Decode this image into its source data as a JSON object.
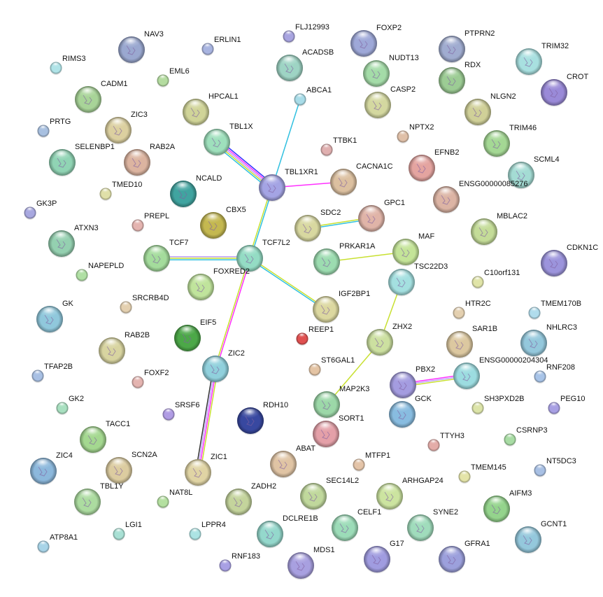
{
  "nodes": [
    {
      "id": "NAV3",
      "color": "#9aa8d0",
      "structure": true
    },
    {
      "id": "ERLIN1",
      "color": "#a8b4e0",
      "structure": false
    },
    {
      "id": "FLJ12993",
      "color": "#a8a4e0",
      "structure": false
    },
    {
      "id": "FOXP2",
      "color": "#9ea8d8",
      "structure": true
    },
    {
      "id": "PTPRN2",
      "color": "#a0acd0",
      "structure": true
    },
    {
      "id": "TRIM32",
      "color": "#a8e0e0",
      "structure": true
    },
    {
      "id": "RIMS3",
      "color": "#b0e4e8",
      "structure": false
    },
    {
      "id": "ACADSB",
      "color": "#9ed4c4",
      "structure": true
    },
    {
      "id": "NUDT13",
      "color": "#a4dca8",
      "structure": true
    },
    {
      "id": "RDX",
      "color": "#9ccc94",
      "structure": true
    },
    {
      "id": "CROT",
      "color": "#9a8ad8",
      "structure": true
    },
    {
      "id": "EML6",
      "color": "#b4dca0",
      "structure": false
    },
    {
      "id": "CADM1",
      "color": "#a8d498",
      "structure": true
    },
    {
      "id": "ABCA1",
      "color": "#a8dce8",
      "structure": false
    },
    {
      "id": "CASP2",
      "color": "#d4d8a0",
      "structure": true
    },
    {
      "id": "NLGN2",
      "color": "#d0d098",
      "structure": true
    },
    {
      "id": "HPCAL1",
      "color": "#d0d498",
      "structure": true
    },
    {
      "id": "ZIC3",
      "color": "#dcd0a0",
      "structure": true
    },
    {
      "id": "PRTG",
      "color": "#a8c0e0",
      "structure": false
    },
    {
      "id": "NPTX2",
      "color": "#e0c0a8",
      "structure": false
    },
    {
      "id": "TRIM46",
      "color": "#a4d894",
      "structure": true
    },
    {
      "id": "TBL1X",
      "color": "#9ee0bc",
      "structure": true
    },
    {
      "id": "TTBK1",
      "color": "#e0b0b0",
      "structure": false
    },
    {
      "id": "SELENBP1",
      "color": "#90d4b4",
      "structure": true
    },
    {
      "id": "RAB2A",
      "color": "#dcb4a0",
      "structure": true
    },
    {
      "id": "EFNB2",
      "color": "#e4a4a0",
      "structure": true
    },
    {
      "id": "SCML4",
      "color": "#a4dcd4",
      "structure": true
    },
    {
      "id": "TBL1XR1",
      "color": "#a4a4e4",
      "structure": true
    },
    {
      "id": "CACNA1C",
      "color": "#dcc0a0",
      "structure": true
    },
    {
      "id": "NCALD",
      "color": "#40a4a0",
      "structure": true
    },
    {
      "id": "TMED10",
      "color": "#e0e0a8",
      "structure": false
    },
    {
      "id": "ENSG00000085276",
      "color": "#dcb4a4",
      "structure": true
    },
    {
      "id": "GK3P",
      "color": "#a8a8e0",
      "structure": false
    },
    {
      "id": "SDC2",
      "color": "#d8d8a0",
      "structure": true
    },
    {
      "id": "GPC1",
      "color": "#e0b4a8",
      "structure": true
    },
    {
      "id": "CBX5",
      "color": "#c4b850",
      "structure": true
    },
    {
      "id": "PREPL",
      "color": "#e4b4b0",
      "structure": false
    },
    {
      "id": "MBLAC2",
      "color": "#c4dc98",
      "structure": true
    },
    {
      "id": "ATXN3",
      "color": "#94d0b0",
      "structure": true
    },
    {
      "id": "MAF",
      "color": "#c4e498",
      "structure": true
    },
    {
      "id": "TCF7",
      "color": "#a4dc9c",
      "structure": true
    },
    {
      "id": "TCF7L2",
      "color": "#94dcc4",
      "structure": true
    },
    {
      "id": "PRKAR1A",
      "color": "#9cdcb0",
      "structure": true
    },
    {
      "id": "CDKN1C",
      "color": "#9c94dc",
      "structure": true
    },
    {
      "id": "NAPEPLD",
      "color": "#b0e0a4",
      "structure": false
    },
    {
      "id": "FOXRED2",
      "color": "#c0e49c",
      "structure": true
    },
    {
      "id": "TSC22D3",
      "color": "#a4e0e0",
      "structure": true
    },
    {
      "id": "C10orf131",
      "color": "#e0e4a8",
      "structure": false
    },
    {
      "id": "SRCRB4D",
      "color": "#e4d0b0",
      "structure": false
    },
    {
      "id": "IGF2BP1",
      "color": "#dcd8a0",
      "structure": true
    },
    {
      "id": "GK",
      "color": "#90c8dc",
      "structure": true
    },
    {
      "id": "HTR2C",
      "color": "#e4d0b0",
      "structure": false
    },
    {
      "id": "TMEM170B",
      "color": "#b0dcec",
      "structure": false
    },
    {
      "id": "REEP1",
      "color": "#e05050",
      "structure": false
    },
    {
      "id": "EIF5",
      "color": "#4ca848",
      "structure": true
    },
    {
      "id": "ZHX2",
      "color": "#cce0a0",
      "structure": true
    },
    {
      "id": "SAR1B",
      "color": "#dcc8a0",
      "structure": true
    },
    {
      "id": "NHLRC3",
      "color": "#94c8dc",
      "structure": true
    },
    {
      "id": "RAB2B",
      "color": "#d8d4a0",
      "structure": true
    },
    {
      "id": "TFAP2B",
      "color": "#a8c0e4",
      "structure": false
    },
    {
      "id": "ZIC2",
      "color": "#90d0dc",
      "structure": true
    },
    {
      "id": "ST6GAL1",
      "color": "#e4c4a4",
      "structure": false
    },
    {
      "id": "ENSG00000204304",
      "color": "#9cdce0",
      "structure": true
    },
    {
      "id": "RNF208",
      "color": "#a8c4e8",
      "structure": false
    },
    {
      "id": "FOXF2",
      "color": "#e4b4b0",
      "structure": false
    },
    {
      "id": "PBX2",
      "color": "#a49ce0",
      "structure": true
    },
    {
      "id": "MAP2K3",
      "color": "#9cd8a8",
      "structure": true
    },
    {
      "id": "GCK",
      "color": "#88bce0",
      "structure": true
    },
    {
      "id": "SH3PXD2B",
      "color": "#dce4a8",
      "structure": false
    },
    {
      "id": "PEG10",
      "color": "#a8a0e4",
      "structure": false
    },
    {
      "id": "GK2",
      "color": "#a8e0c0",
      "structure": false
    },
    {
      "id": "SRSF6",
      "color": "#b09ce4",
      "structure": false
    },
    {
      "id": "RDH10",
      "color": "#3848a0",
      "structure": true
    },
    {
      "id": "SORT1",
      "color": "#e4a0a8",
      "structure": true
    },
    {
      "id": "TACC1",
      "color": "#a4d890",
      "structure": true
    },
    {
      "id": "TTYH3",
      "color": "#e4aca8",
      "structure": false
    },
    {
      "id": "CSRNP3",
      "color": "#a8dca4",
      "structure": false
    },
    {
      "id": "ZIC4",
      "color": "#8cb8dc",
      "structure": true
    },
    {
      "id": "SCN2A",
      "color": "#dccca0",
      "structure": true
    },
    {
      "id": "ZIC1",
      "color": "#e0d4a4",
      "structure": true
    },
    {
      "id": "ABAT",
      "color": "#e0c4a4",
      "structure": true
    },
    {
      "id": "MTFP1",
      "color": "#e4c4a8",
      "structure": false
    },
    {
      "id": "TMEM145",
      "color": "#e4e4a8",
      "structure": false
    },
    {
      "id": "NT5DC3",
      "color": "#a8c0e4",
      "structure": false
    },
    {
      "id": "TBL1Y",
      "color": "#acdca0",
      "structure": true
    },
    {
      "id": "NAT8L",
      "color": "#b4e0a0",
      "structure": false
    },
    {
      "id": "ZADH2",
      "color": "#c4d49c",
      "structure": true
    },
    {
      "id": "SEC14L2",
      "color": "#c0d89c",
      "structure": true
    },
    {
      "id": "ARHGAP24",
      "color": "#cce4a0",
      "structure": true
    },
    {
      "id": "AIFM3",
      "color": "#94d48c",
      "structure": true
    },
    {
      "id": "LGI1",
      "color": "#a8e0d4",
      "structure": false
    },
    {
      "id": "LPPR4",
      "color": "#ace4e4",
      "structure": false
    },
    {
      "id": "DCLRE1B",
      "color": "#94d8cc",
      "structure": true
    },
    {
      "id": "CELF1",
      "color": "#9cdcb8",
      "structure": true
    },
    {
      "id": "SYNE2",
      "color": "#a0dcbc",
      "structure": true
    },
    {
      "id": "GCNT1",
      "color": "#94c8dc",
      "structure": true
    },
    {
      "id": "ATP8A1",
      "color": "#a8d4e8",
      "structure": false
    },
    {
      "id": "RNF183",
      "color": "#a8a0e4",
      "structure": false
    },
    {
      "id": "MDS1",
      "color": "#a8a0e0",
      "structure": true
    },
    {
      "id": "G17",
      "color": "#a09ce0",
      "structure": true
    },
    {
      "id": "GFRA1",
      "color": "#9ca0dc",
      "structure": true
    }
  ],
  "edges": [
    {
      "source": "TBL1X",
      "target": "TBL1XR1",
      "colors": [
        "#3030ff",
        "#ff30ff",
        "#c0a0ff",
        "#c8e030",
        "#30c0e0"
      ]
    },
    {
      "source": "ABCA1",
      "target": "TBL1XR1",
      "colors": [
        "#30c0e0"
      ]
    },
    {
      "source": "TBL1XR1",
      "target": "CACNA1C",
      "colors": [
        "#ff30ff"
      ]
    },
    {
      "source": "TBL1XR1",
      "target": "TCF7L2",
      "colors": [
        "#30c0e0",
        "#c8e030"
      ]
    },
    {
      "source": "TCF7",
      "target": "TCF7L2",
      "colors": [
        "#c0a0ff",
        "#c8e030",
        "#30c0e0"
      ]
    },
    {
      "source": "TCF7L2",
      "target": "IGF2BP1",
      "colors": [
        "#c8e030",
        "#30c0e0"
      ]
    },
    {
      "source": "TCF7L2",
      "target": "ZIC2",
      "colors": [
        "#ff30ff",
        "#c8e030"
      ]
    },
    {
      "source": "ZIC2",
      "target": "ZIC1",
      "colors": [
        "#c8e030",
        "#ff30ff",
        "#c0a0ff",
        "#333333"
      ]
    },
    {
      "source": "SDC2",
      "target": "GPC1",
      "colors": [
        "#c8e030",
        "#30c0e0"
      ]
    },
    {
      "source": "PRKAR1A",
      "target": "MAF",
      "colors": [
        "#c8e030"
      ]
    },
    {
      "source": "TSC22D3",
      "target": "ZHX2",
      "colors": [
        "#c8e030"
      ]
    },
    {
      "source": "ZHX2",
      "target": "MAP2K3",
      "colors": [
        "#c8e030"
      ]
    },
    {
      "source": "PBX2",
      "target": "ENSG00000204304",
      "colors": [
        "#ff30ff",
        "#c0a0ff",
        "#c8e030"
      ]
    }
  ]
}
